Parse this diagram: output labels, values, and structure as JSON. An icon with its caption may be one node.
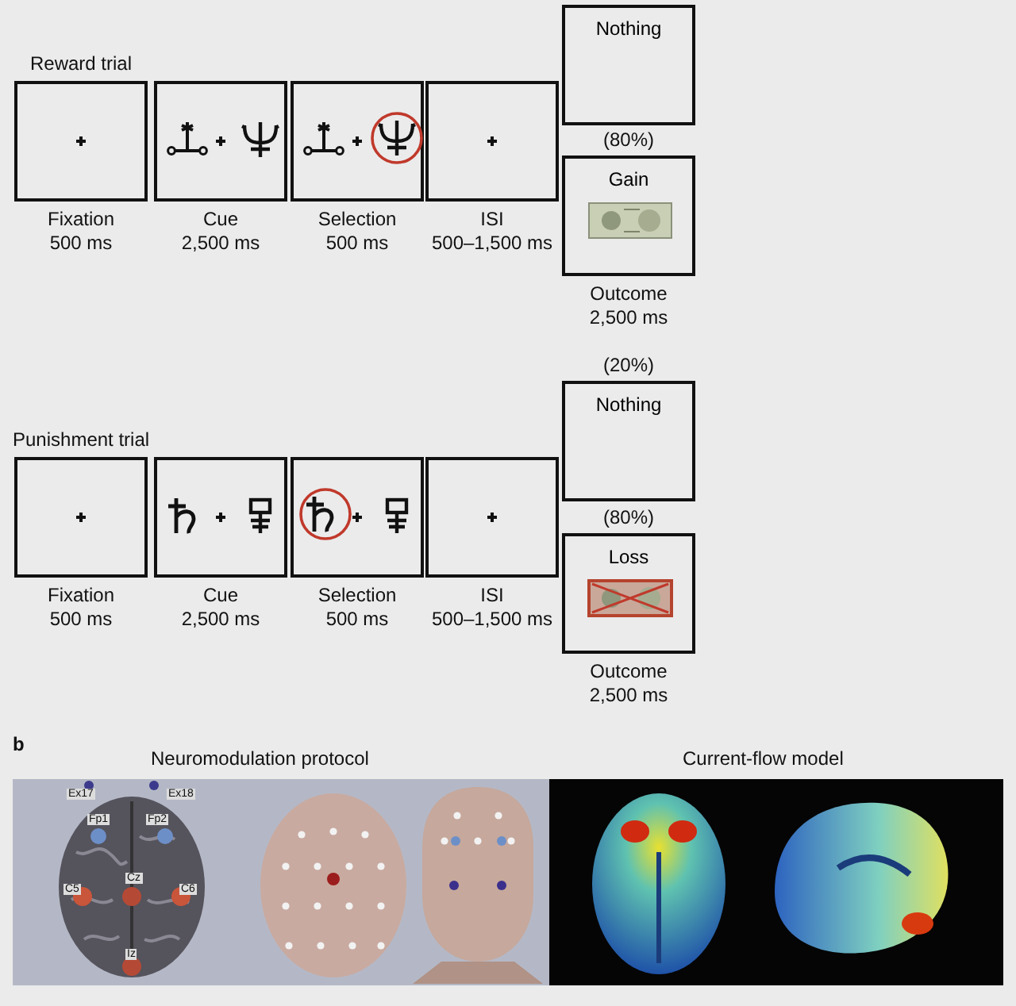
{
  "diagram": {
    "nodes": [
      {
        "text": [],
        "shape": "box",
        "beside": [
          "Fixation 500 ms"
        ]
      },
      {
        "text": [],
        "shape": "box",
        "beside": [
          "Cue 2,500 ms"
        ]
      },
      {
        "text": [],
        "shape": "box",
        "beside": [
          "Selection 500 ms"
        ]
      },
      {
        "text": [],
        "shape": "box",
        "beside": [
          "ISI 500–1,500 ms"
        ]
      },
      {
        "text": [
          "Nothing"
        ]
      },
      {
        "text": [
          "Gain"
        ],
        "beside": [
          "(80%)",
          "Outcome 2,500 ms"
        ]
      },
      {
        "text": [],
        "shape": "box",
        "beside": [
          "Fixation 500 ms"
        ]
      },
      {
        "text": [],
        "shape": "box",
        "beside": [
          "Cue 2,500 ms"
        ]
      },
      {
        "text": [],
        "shape": "box",
        "beside": [
          "Selection 500 ms"
        ]
      },
      {
        "text": [],
        "shape": "box",
        "beside": [
          "ISI 500–1,500 ms"
        ]
      },
      {
        "text": [
          "Nothing"
        ],
        "beside": [
          "(20%)"
        ]
      },
      {
        "text": [
          "Loss"
        ],
        "beside": [
          "(80%)",
          "Outcome 2,500 ms"
        ]
      }
    ],
    "edges": [],
    "labels": [
      "Reward trial",
      "Punishment trial",
      "b",
      "Neuromodulation protocol",
      "Current-flow model",
      "Ex17",
      "Ex18",
      "Fp1",
      "Fp2",
      "Cz",
      "C5",
      "C6",
      "Iz"
    ]
  }
}
